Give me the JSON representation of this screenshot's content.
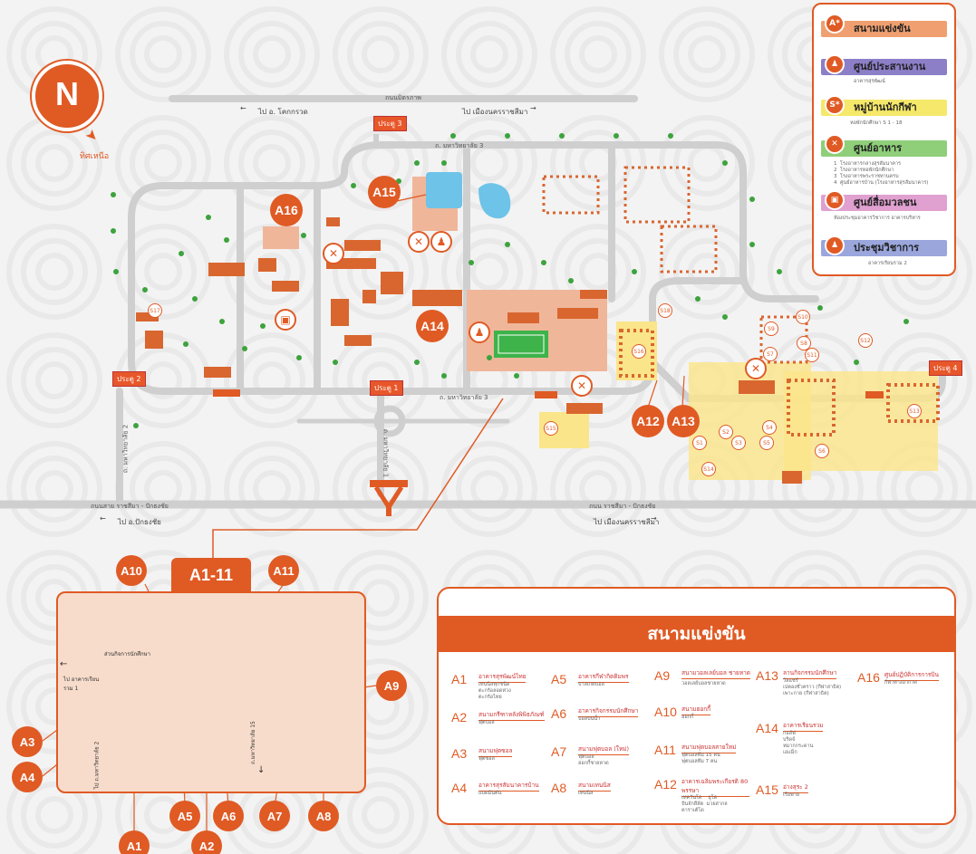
{
  "colors": {
    "accent": "#e05a24",
    "road": "#cfcfcf",
    "venue_pink": "#f0b69a",
    "tree": "#3da33d",
    "yellow_zone": "#fbe58a"
  },
  "compass": {
    "letter": "N",
    "caption": "ทิศเหนือ"
  },
  "roads": {
    "top": "ถนนมิตรภาพ",
    "top_left_dir": "ไป อ. โคกกรวด",
    "top_right_dir": "ไป เมืองนครราชสีมา",
    "ring_north": "ถ. มหาวิทยาลัย 3",
    "ring_south": "ถ. มหาวิทยาลัย 3",
    "west": "ถ. มหาวิทยาลัย 2",
    "center_south": "ถ. มหาวิทยาลัย 1",
    "highway_left": "ถนนสาย ราชสีมา - ปักธงชัย",
    "highway_right": "ถนน ราชสีมา - ปักธงชัย",
    "highway_left_dir": "ไป อ.ปักธงชัย",
    "highway_right_dir": "ไป เมืองนครราชสีมา"
  },
  "gates": {
    "g1": "ประตู 1",
    "g2": "ประตู 2",
    "g3": "ประตู 3",
    "g4": "ประตู 4"
  },
  "pins": {
    "a12": "A12",
    "a13": "A13",
    "a14": "A14",
    "a15": "A15",
    "a16": "A16"
  },
  "village_badges": [
    "S1",
    "S2",
    "S3",
    "S4",
    "S5",
    "S6",
    "S7",
    "S8",
    "S9",
    "S10",
    "S11",
    "S12",
    "S13",
    "S14",
    "S15",
    "S16",
    "S17",
    "S18"
  ],
  "legend": {
    "items": [
      {
        "icon": "A*",
        "title": "สนามแข่งขัน",
        "sub": "",
        "color": "#f0a070"
      },
      {
        "icon": "♟",
        "title": "ศูนย์ประสานงาน",
        "sub": "อาคารสุรพัฒน์",
        "color": "#8c7fc8"
      },
      {
        "icon": "S*",
        "title": "หมู่บ้านนักกีฬา",
        "sub": "หอพักนักศึกษา S 1 - 18",
        "color": "#f6e86a"
      },
      {
        "icon": "✕",
        "title": "ศูนย์อาหาร",
        "sub": "1  โรงอาหารกลางสุรสัมนาคาร\n2  โรงอาหารหอพักนักศึกษา\n3  โรงอาหารพระราชทานครบ\n4  ศูนย์อาหารบ้าน (โรงอาหารสุรสัมนาคาร)",
        "color": "#8fcf7a"
      },
      {
        "icon": "▣",
        "title": "ศูนย์สื่อมวลชน",
        "sub": "ห้องประชุมอาคารวิชาการ อาคารบริหาร",
        "color": "#e0a0d0"
      },
      {
        "icon": "♟",
        "title": "ประชุมวิชาการ",
        "sub": "อาคารเรียนรวม 2",
        "color": "#9aa6dc"
      }
    ]
  },
  "inset": {
    "label": "A1-11",
    "pins": [
      "A1",
      "A2",
      "A3",
      "A4",
      "A5",
      "A6",
      "A7",
      "A8",
      "A9",
      "A10",
      "A11"
    ],
    "texts": {
      "building": "ส่วนกิจการนักศึกษา",
      "to_building": "ไป อาคารเรียนรวม 1",
      "road_a": "ไป ถ.มหาวิทยาลัย 2",
      "road_b": "ถ.มหาวิทยาลัย 15"
    }
  },
  "venue_panel": {
    "title": "สนามแข่งขัน",
    "venues": [
      {
        "code": "A1",
        "name": "อาคารสุรพัฒน์ไทย",
        "detail": "เทนนิสทุกชนิด\nตะกร้อลอดห่วง\nตะกร้อไทย"
      },
      {
        "code": "A2",
        "name": "สนามกรีฑาหลังพิพิธภัณฑ์",
        "detail": "ฟุตบอล"
      },
      {
        "code": "A3",
        "name": "สนามฟุตซอล",
        "detail": "ฟุตซอล"
      },
      {
        "code": "A4",
        "name": "อาคารสุรสัมนาคารบ้าน",
        "detail": "แบดมินตัน"
      },
      {
        "code": "A5",
        "name": "อาคารกีฬากิตติมพร",
        "detail": "บาสเกตบอล"
      },
      {
        "code": "A6",
        "name": "อาคารกิจกรรมนักศึกษา",
        "detail": "บอลบ่นน้ำ"
      },
      {
        "code": "A7",
        "name": "สนามฟุตบอล (ใหม่)",
        "detail": "ฟุตบอล\nฮอกกี้ชายหาด"
      },
      {
        "code": "A8",
        "name": "สนามเทนนิส",
        "detail": "เทนนิส"
      },
      {
        "code": "A9",
        "name": "สนามวอลเลย์บอล ชายหาด",
        "detail": "วอลเลย์บอลชายหาด"
      },
      {
        "code": "A10",
        "name": "สนามฮอกกี้",
        "detail": "ฮอกกี้"
      },
      {
        "code": "A11",
        "name": "สนามฟุตบอลสายใหม่",
        "detail": "ฟุตบอลทีม 15 คน\nฟุตบอลทีม 7 คน"
      },
      {
        "code": "A12",
        "name": "อาคารเฉลิมพระเกียรติ 80 พรรษา",
        "detail": "เทควันโด    ยูโด\nปันจักสีลัต  มวยสากล\nคาราเต้โด"
      },
      {
        "code": "A13",
        "name": "ลานกิจกรรมนักศึกษา",
        "detail": "วีลแชร์\nเปตองชั่วคราว (กีฬาสาธิต)\nเพาะกาย (กีฬาสาธิต)"
      },
      {
        "code": "A14",
        "name": "อาคารเรียนรวม",
        "detail": "กอล์ฟ\nบริดจ์\nหมากกระดาน\nเอแม็ก"
      },
      {
        "code": "A15",
        "name": "อ่างสุระ 2",
        "detail": "เรือพาย"
      },
      {
        "code": "A16",
        "name": "ศูนย์ปฏิบัติการการบิน",
        "detail": "กีฬาทางอากาศ"
      }
    ]
  }
}
